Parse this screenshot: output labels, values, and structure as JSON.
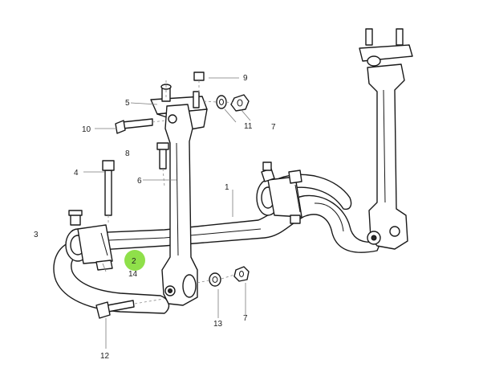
{
  "callouts": {
    "c1": "1",
    "c2": "2",
    "c3": "3",
    "c4": "4",
    "c5": "5",
    "c6": "6",
    "c7a": "7",
    "c7b": "7",
    "c8": "8",
    "c9": "9",
    "c10": "10",
    "c11": "11",
    "c12": "12",
    "c13": "13",
    "c14": "14"
  },
  "colors": {
    "highlight": "#8fe04a",
    "line": "#1a1a1a",
    "leader": "#7a7a7a"
  }
}
